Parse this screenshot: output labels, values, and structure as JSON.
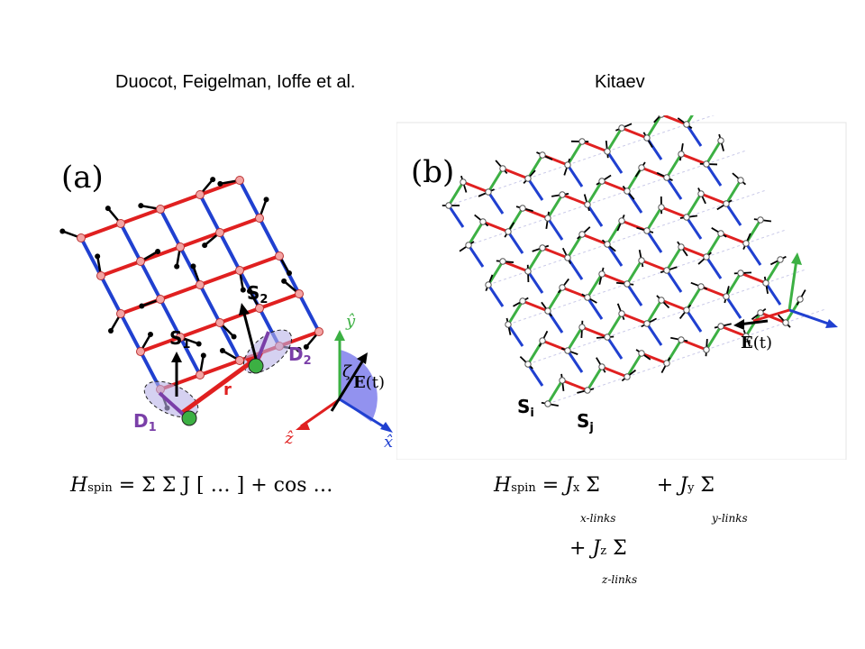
{
  "headings": {
    "left": "Duocot, Feigelman, Ioffe et al.",
    "right": "Kitaev"
  },
  "panel_a": {
    "tag": "(a)",
    "labels": {
      "S1": "S",
      "S1_sub": "1",
      "S2": "S",
      "S2_sub": "2",
      "D1": "D",
      "D1_sub": "1",
      "D2": "D",
      "D2_sub": "2",
      "r": "r",
      "E": "E",
      "E_arg": "(t)",
      "zeta": "ζ",
      "y_hat": "ŷ",
      "z_hat": "ẑ",
      "x_hat": "x̂"
    },
    "colors": {
      "red_bond": "#e02020",
      "blue_bond": "#2040d0",
      "purple": "#7a3fa8",
      "green": "#3cb043",
      "spin": "#000000"
    }
  },
  "panel_b": {
    "tag": "(b)",
    "labels": {
      "Si": "S",
      "Si_sub": "i",
      "Sj": "S",
      "Sj_sub": "j",
      "E": "E",
      "E_arg": "(t)"
    },
    "colors": {
      "red_bond": "#e02020",
      "blue_bond": "#2040d0",
      "green_bond": "#3cb043",
      "dashed": "#c9c9e8"
    }
  },
  "equations": {
    "left": {
      "H": "H",
      "H_sub": "spin",
      "body": "= Σ Σ J [ … ] + cos …"
    },
    "right": {
      "H": "H",
      "H_sub": "spin",
      "Jx": "J",
      "x_sum_label": "x-links",
      "Jy": "J",
      "y_sum_label": "y-links",
      "Jz": "J",
      "z_sum_label": "z-links"
    }
  }
}
